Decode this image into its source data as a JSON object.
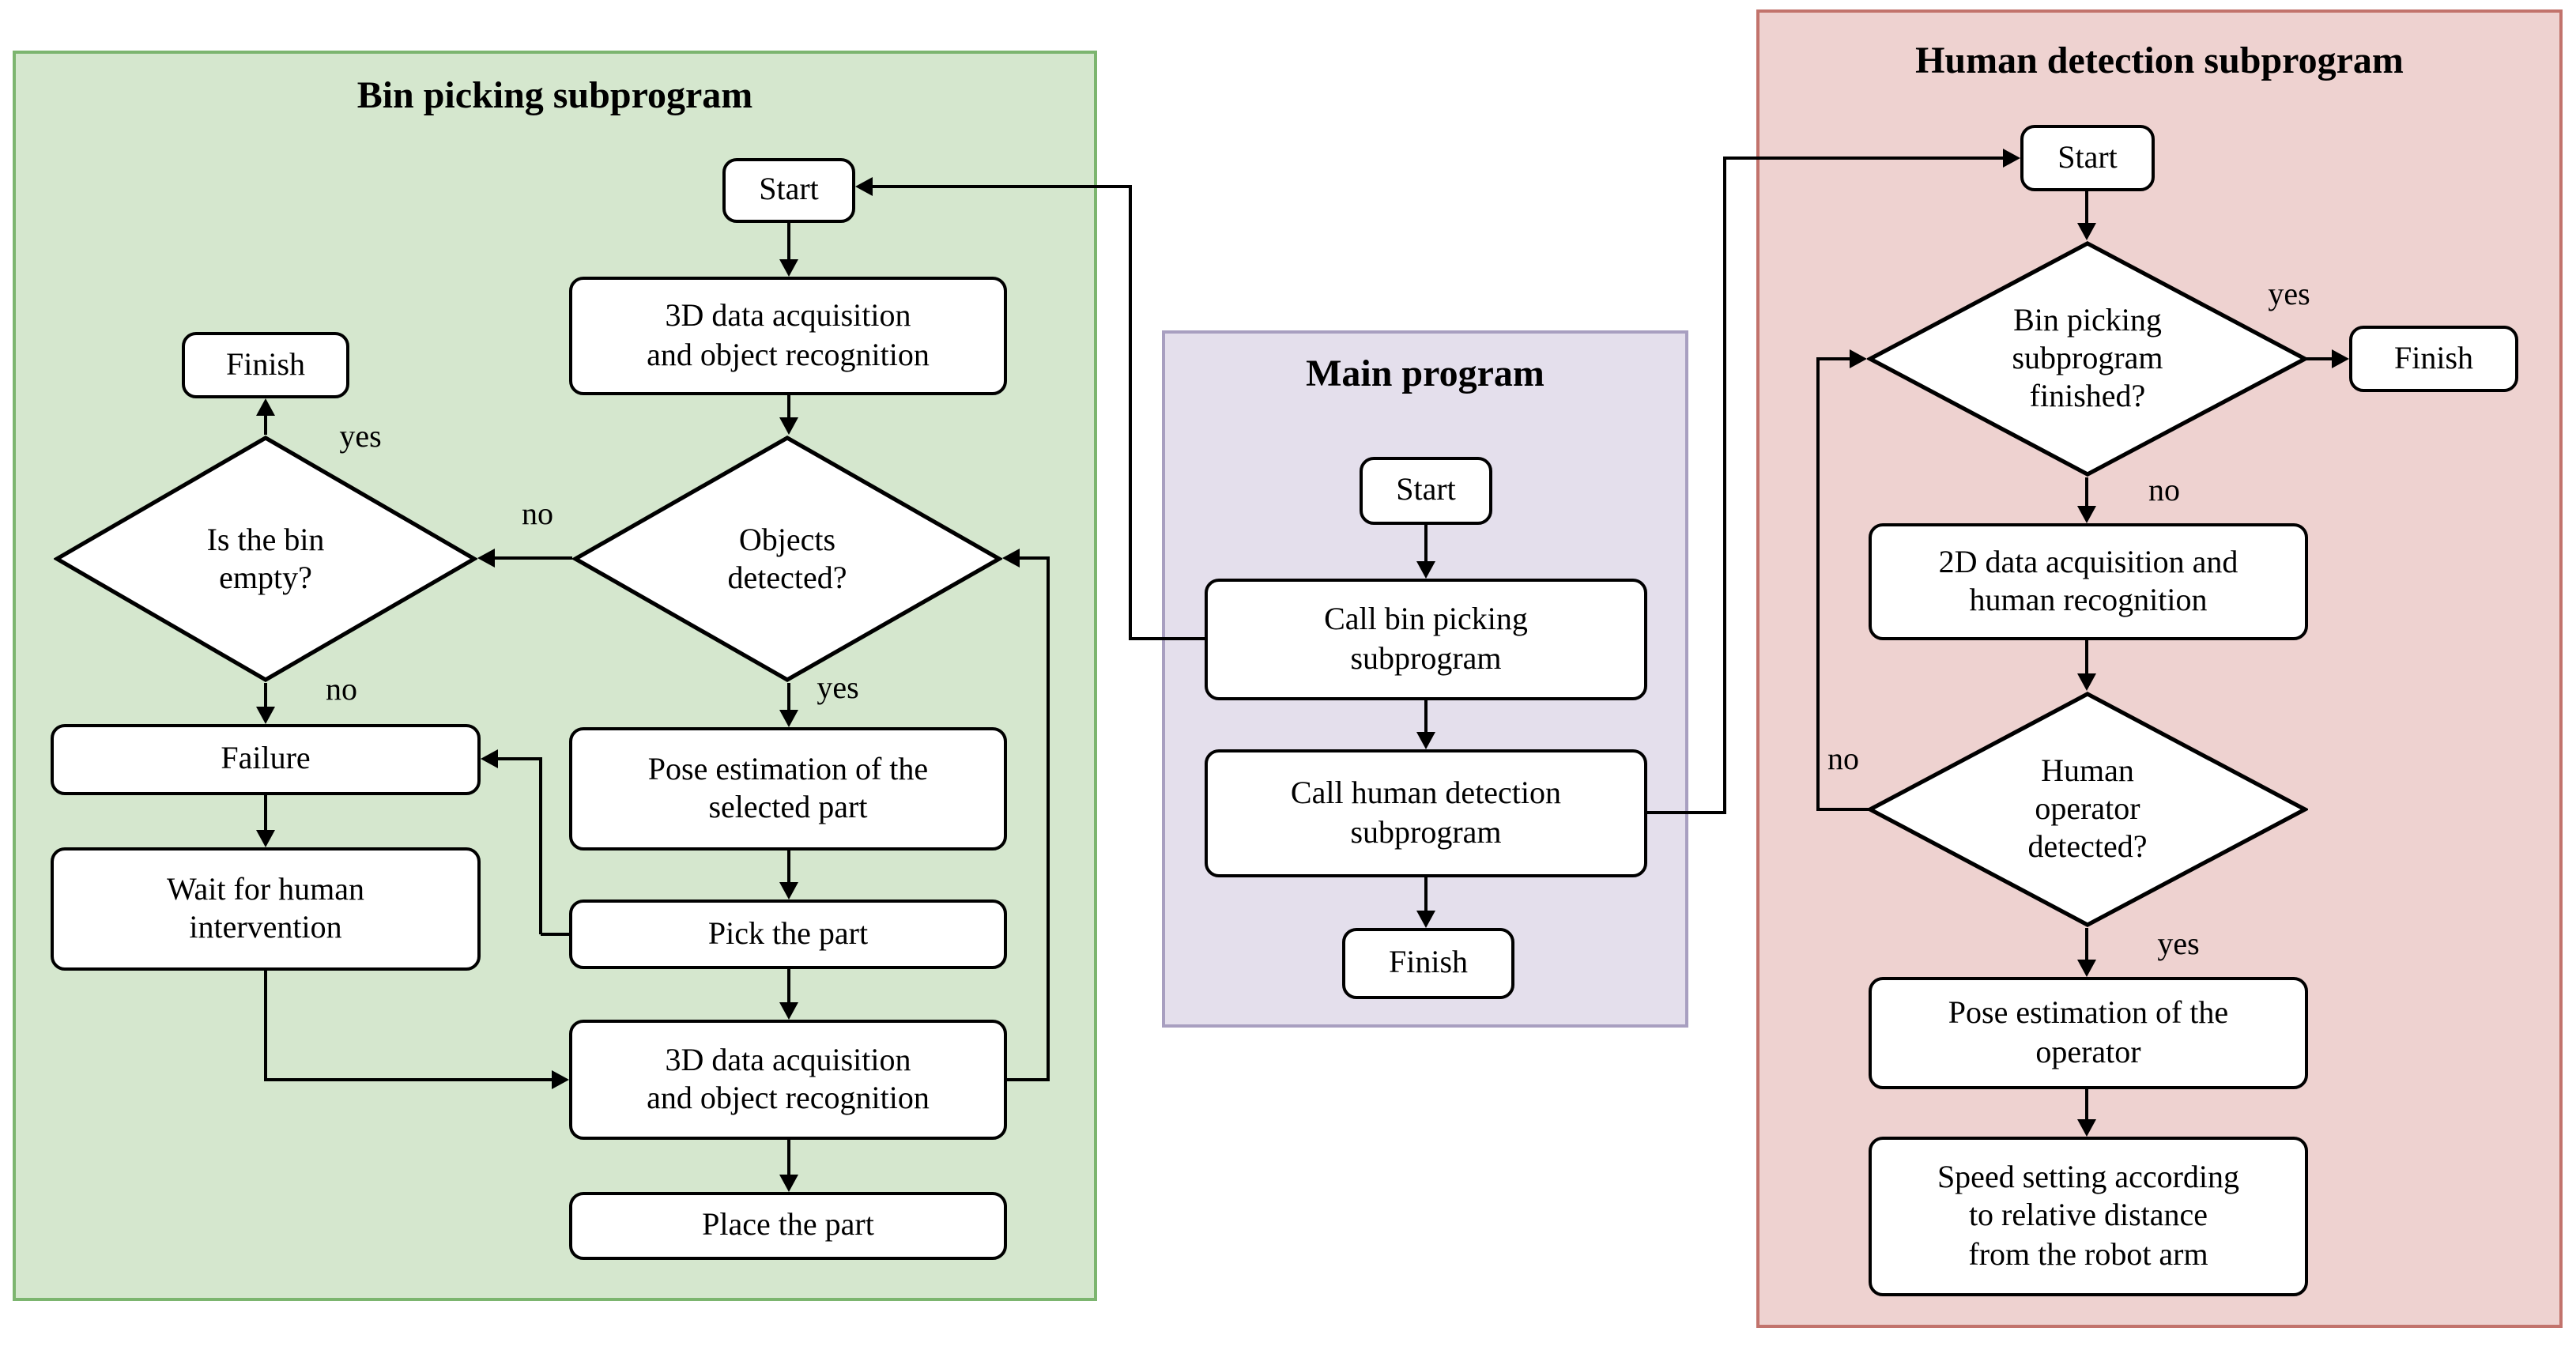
{
  "labels": {
    "yes": "yes",
    "no": "no"
  },
  "panels": {
    "bin": {
      "title": "Bin picking subprogram",
      "nodes": {
        "start": "Start",
        "acquisition1": [
          "3D data acquisition",
          "and object recognition"
        ],
        "objects_detected": [
          "Objects",
          "detected?"
        ],
        "bin_empty": [
          "Is the bin",
          "empty?"
        ],
        "finish": "Finish",
        "failure": "Failure",
        "wait": [
          "Wait for human",
          "intervention"
        ],
        "pose": [
          "Pose estimation of the",
          "selected part"
        ],
        "pick": "Pick the part",
        "acquisition2": [
          "3D data acquisition",
          "and object recognition"
        ],
        "place": "Place the part"
      }
    },
    "main": {
      "title": "Main program",
      "nodes": {
        "start": "Start",
        "call_bin": [
          "Call bin picking",
          "subprogram"
        ],
        "call_human": [
          "Call human detection",
          "subprogram"
        ],
        "finish": "Finish"
      }
    },
    "human": {
      "title": "Human detection subprogram",
      "nodes": {
        "start": "Start",
        "finished": [
          "Bin picking",
          "subprogram",
          "finished?"
        ],
        "finish": "Finish",
        "acquisition2d": [
          "2D data acquisition and",
          "human recognition"
        ],
        "operator_detected": [
          "Human",
          "operator",
          "detected?"
        ],
        "pose": [
          "Pose estimation of the",
          "operator"
        ],
        "speed": [
          "Speed setting according",
          "to relative distance",
          "from the robot arm"
        ]
      }
    }
  },
  "colors": {
    "bin_fill": "#d5e7ce",
    "bin_border": "#7cb56f",
    "main_fill": "#e4dfec",
    "main_border": "#a89fc0",
    "human_fill": "#eed2d0",
    "human_border": "#c2736c",
    "node_fill": "#ffffff",
    "line": "#000000"
  }
}
